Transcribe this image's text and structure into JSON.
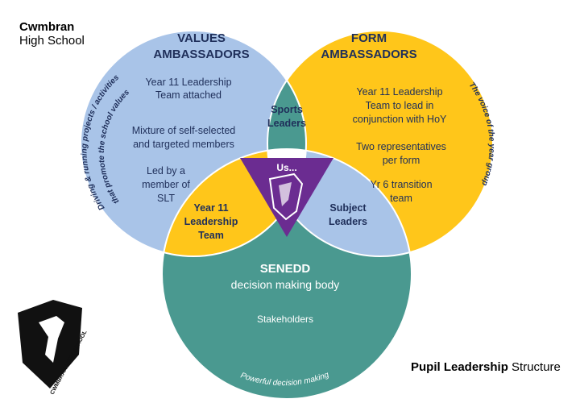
{
  "school": {
    "name_bold": "Cwmbran",
    "name_rest": "High School",
    "logo_text": "CWMBRAN HIGH SCHOOL"
  },
  "title": {
    "bold": "Pupil Leadership",
    "rest": "Structure"
  },
  "values": {
    "title1": "VALUES",
    "title2": "AMBASSADORS",
    "lines": [
      "Year 11 Leadership",
      "Team attached",
      "Mixture of self-selected",
      "and targeted members",
      "Led by a",
      "member of",
      "SLT"
    ],
    "arc1": "Driving & running projects / activities",
    "arc2": "that promote the school values"
  },
  "form": {
    "title1": "FORM",
    "title2": "AMBASSADORS",
    "lines": [
      "Year 11 Leadership",
      "Team to lead in",
      "conjunction with HoY",
      "Two representatives",
      "per form",
      "Yr 6 transition",
      "team"
    ],
    "arc": "The voice of the year group"
  },
  "sports": {
    "lines": [
      "Sports",
      "Leaders"
    ]
  },
  "year11": {
    "lines": [
      "Year 11",
      "Leadership",
      "Team"
    ]
  },
  "subject": {
    "lines": [
      "Subject",
      "Leaders"
    ]
  },
  "us": {
    "label": "Us..."
  },
  "senedd": {
    "title": "SENEDD",
    "subtitle": "decision making body",
    "stakeholders": "Stakeholders",
    "arc": "Powerful decision making"
  },
  "colors": {
    "blue": "#a9c4e8",
    "yellow": "#ffc61a",
    "teal": "#4a9990",
    "purple": "#6b2c91"
  }
}
